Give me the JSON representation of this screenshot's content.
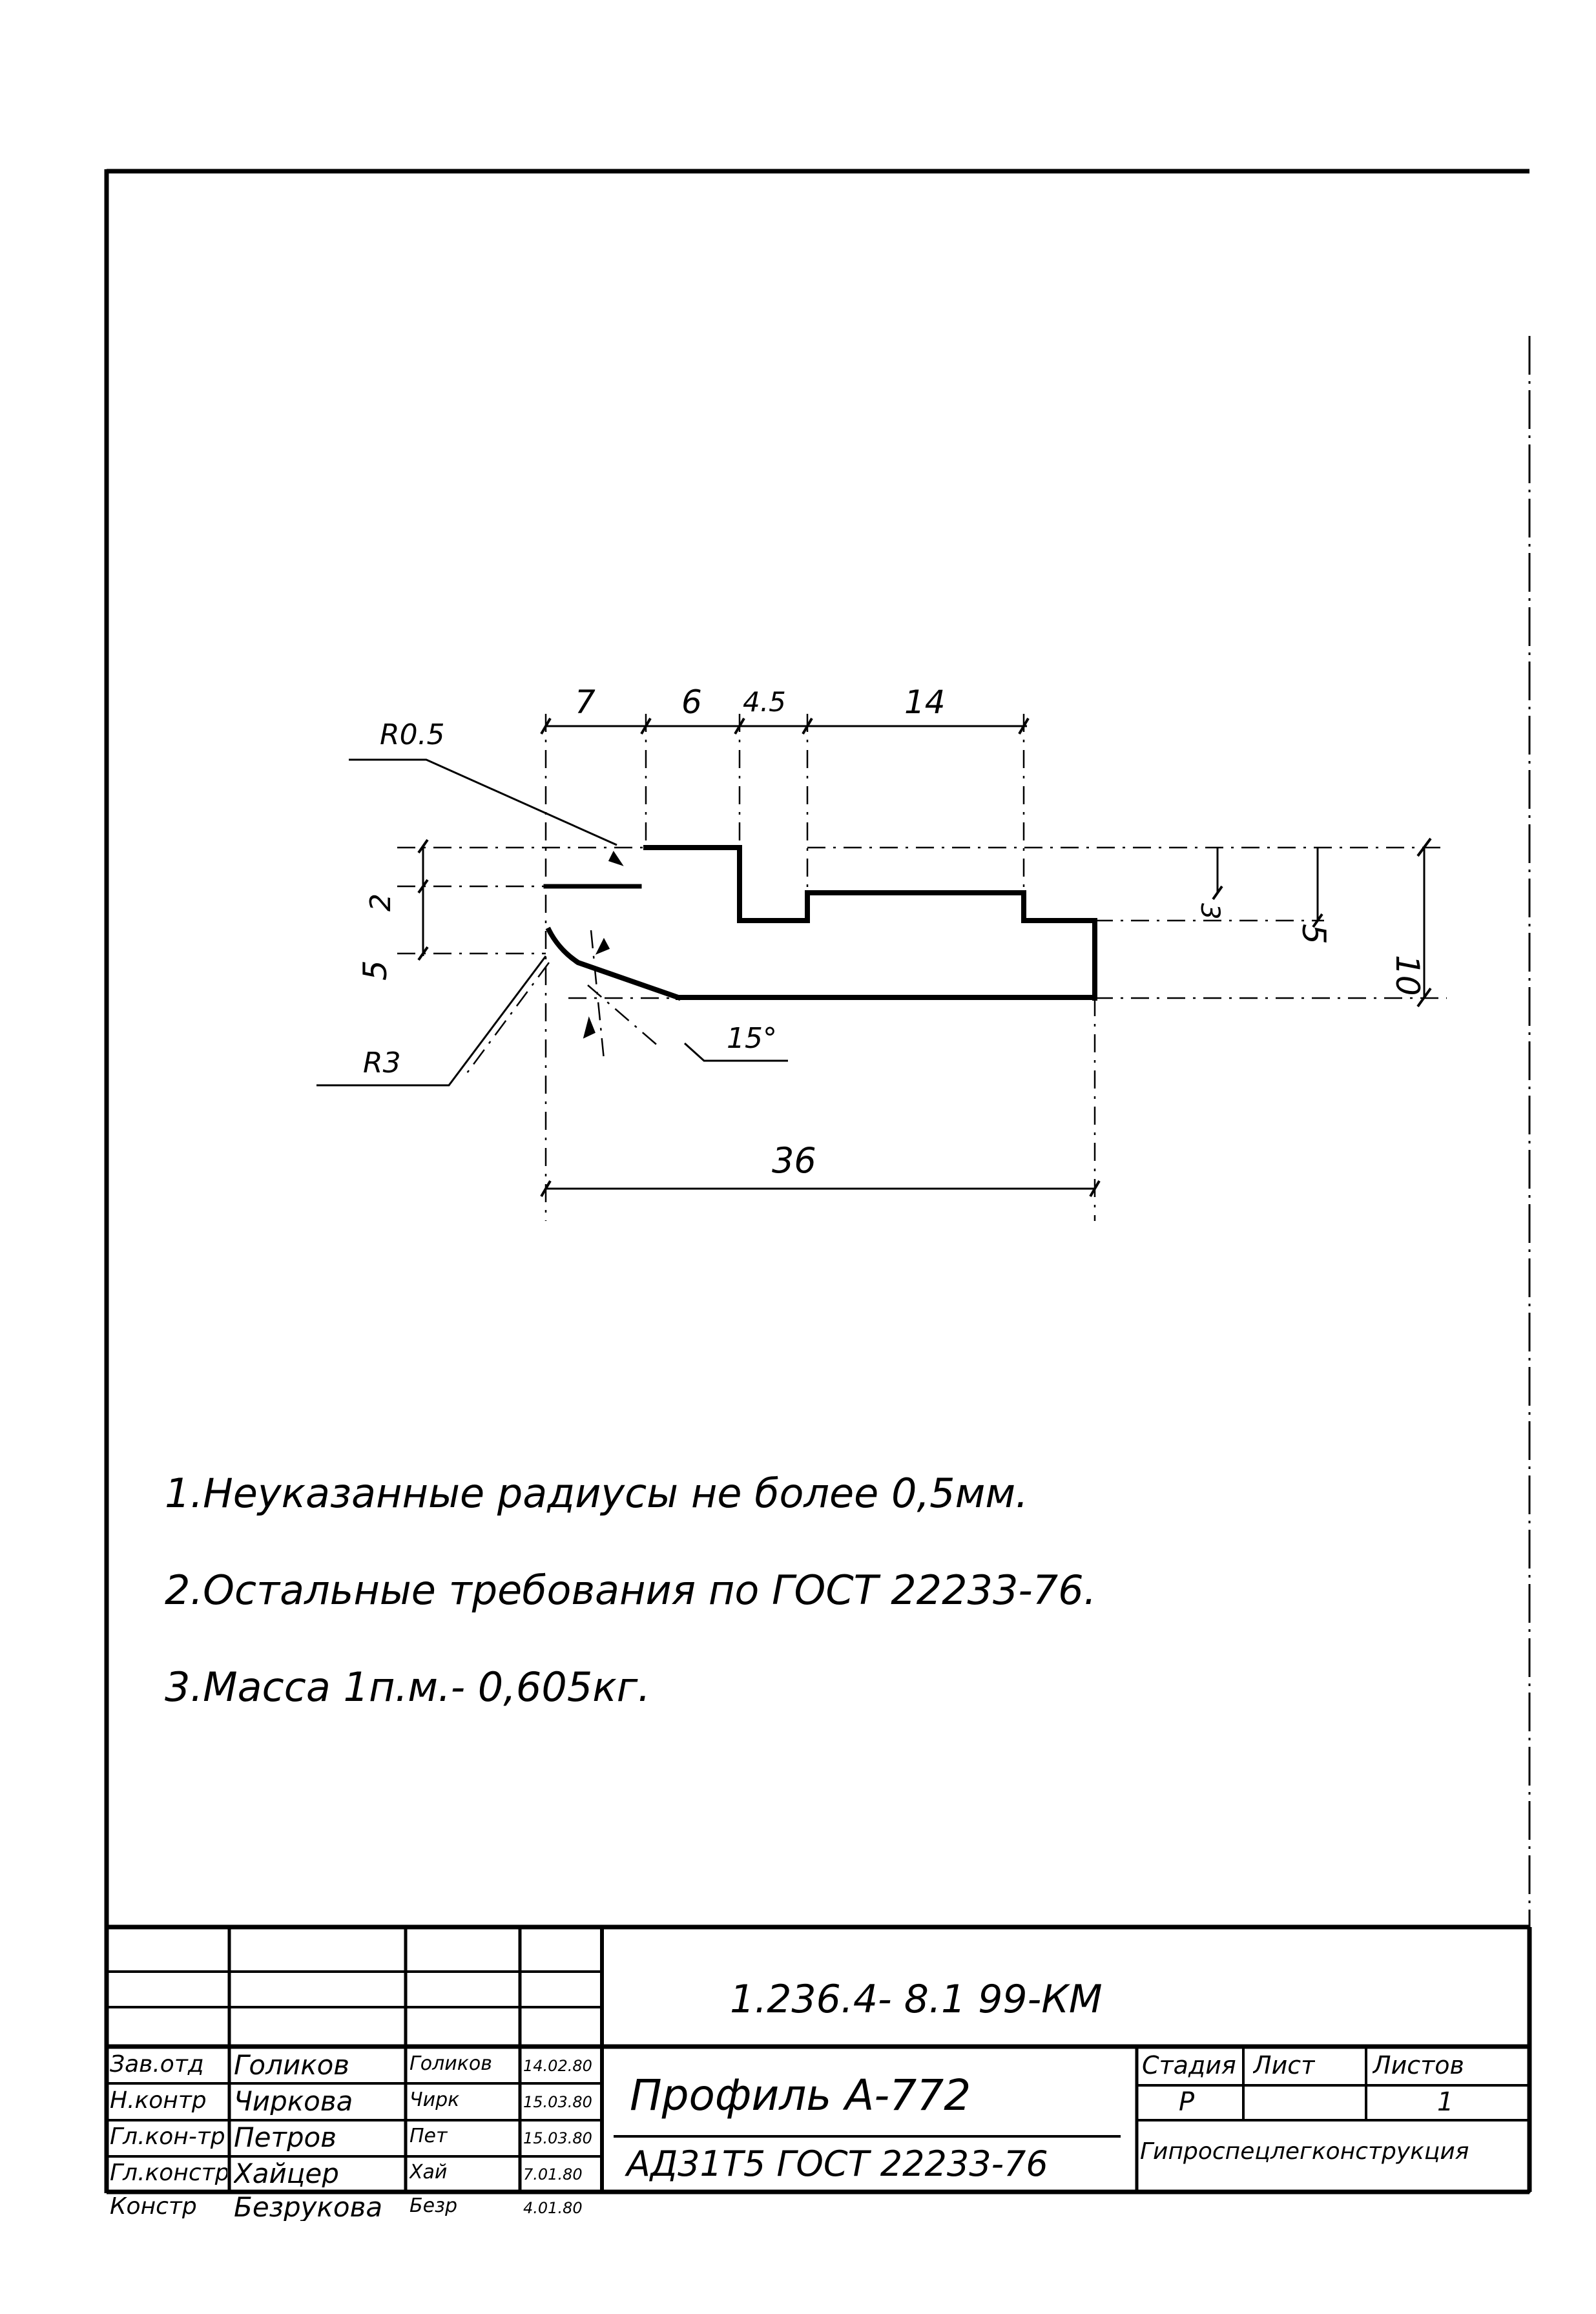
{
  "drawing": {
    "profile_dimensions": {
      "top_widths": [
        "7",
        "6",
        "4.5",
        "14"
      ],
      "overall_width": "36",
      "left_heights": [
        "2",
        "5"
      ],
      "right_heights": [
        "3",
        "5",
        "10"
      ],
      "radius_top": "R0.5",
      "radius_bottom": "R3",
      "angle": "15°"
    }
  },
  "notes": [
    "1.Неуказанные  радиусы не более 0,5мм.",
    "2.Остальные  требования по ГОСТ 22233-76.",
    "3.Масса 1п.м.- 0,605кг."
  ],
  "title_block": {
    "document_code": "1.236.4- 8.1  99-КМ",
    "title_line1": "Профиль  А-772",
    "title_line2": "АД31Т5 ГОСТ 22233-76",
    "organization": "Гипроспецлегконструкция",
    "stage_table": {
      "headers": [
        "Стадия",
        "Лист",
        "Листов"
      ],
      "values": [
        "Р",
        "",
        "1"
      ]
    },
    "signatures": [
      {
        "role": "Зав.отд",
        "name": "Голиков",
        "signature": "Голиков",
        "date": "14.02.80"
      },
      {
        "role": "Н.контр",
        "name": "Чиркова",
        "signature": "Чирк",
        "date": "15.03.80"
      },
      {
        "role": "Гл.кон-тр",
        "name": "Петров",
        "signature": "Пет",
        "date": "15.03.80"
      },
      {
        "role": "Гл.констр",
        "name": "Хайцер",
        "signature": "Хай",
        "date": "7.01.80"
      },
      {
        "role": "Констр",
        "name": "Безрукова",
        "signature": "Безр",
        "date": "4.01.80"
      }
    ]
  }
}
